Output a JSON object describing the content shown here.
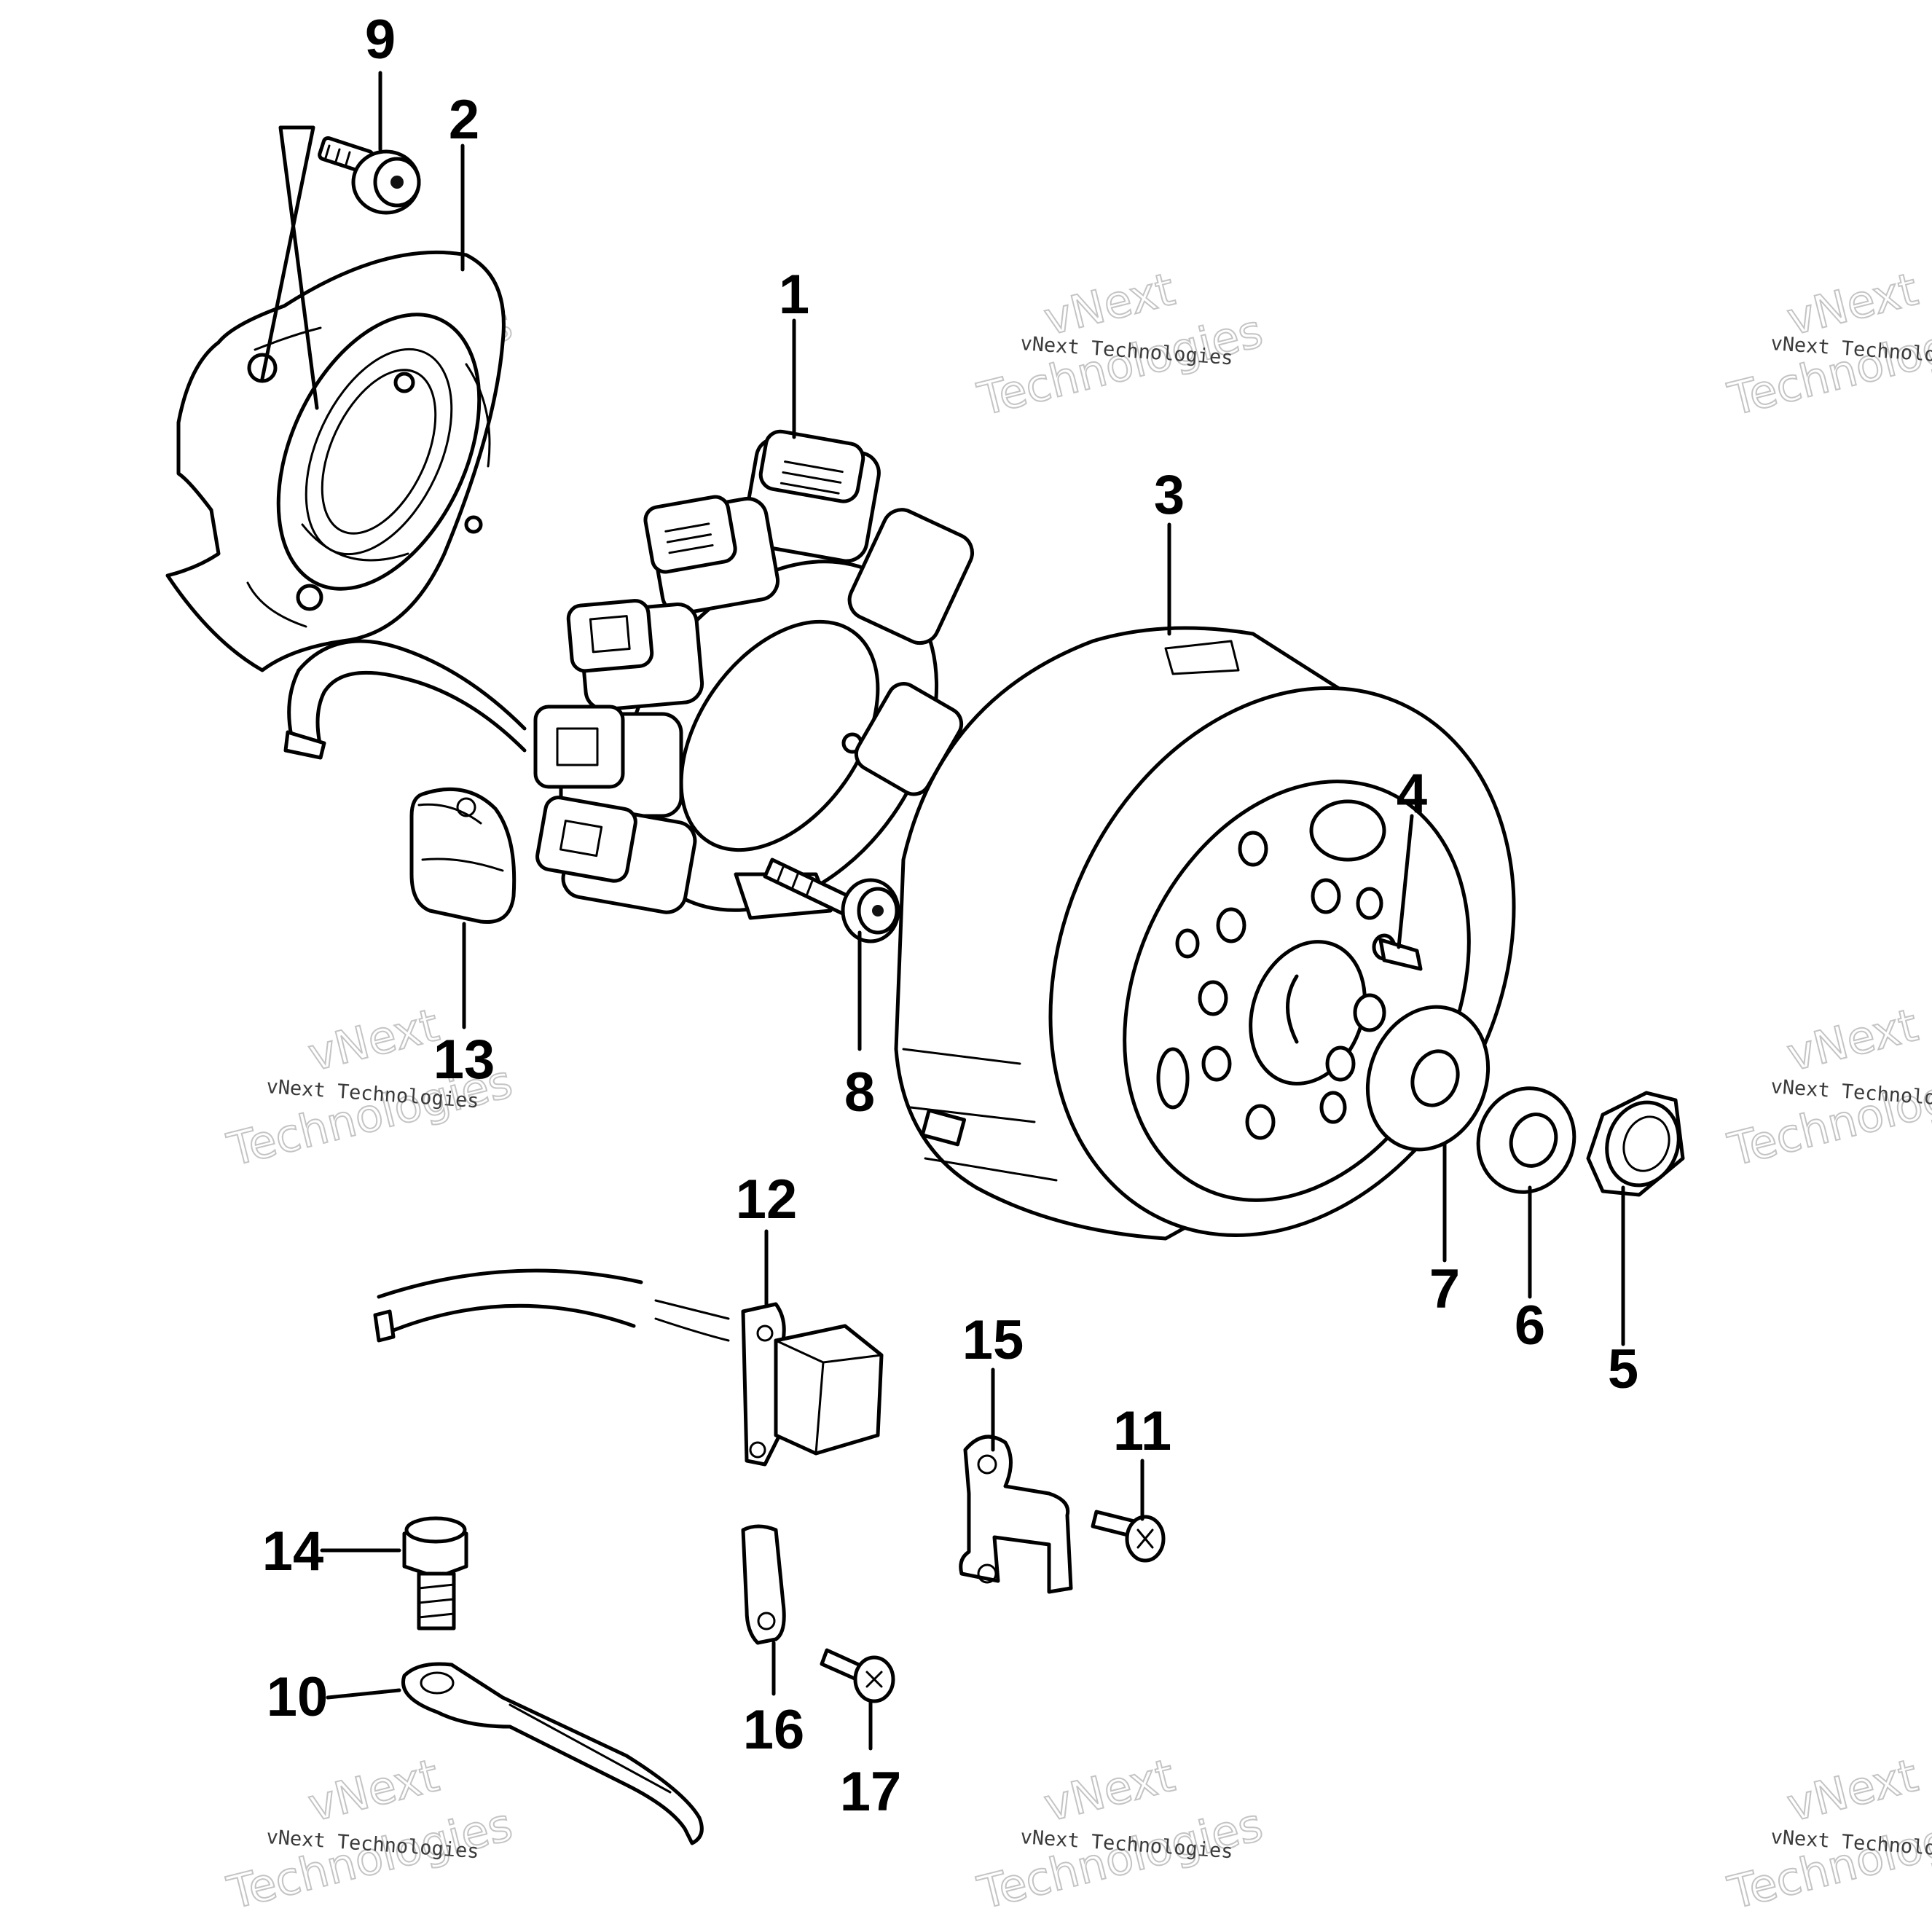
{
  "watermark": {
    "brand": "vNext",
    "line2": "Technologies",
    "full": "vNext Technologies",
    "truncated": "vNext Technolo"
  },
  "callouts": [
    "1",
    "2",
    "3",
    "4",
    "5",
    "6",
    "7",
    "8",
    "9",
    "10",
    "11",
    "12",
    "13",
    "14",
    "15",
    "16",
    "17"
  ]
}
